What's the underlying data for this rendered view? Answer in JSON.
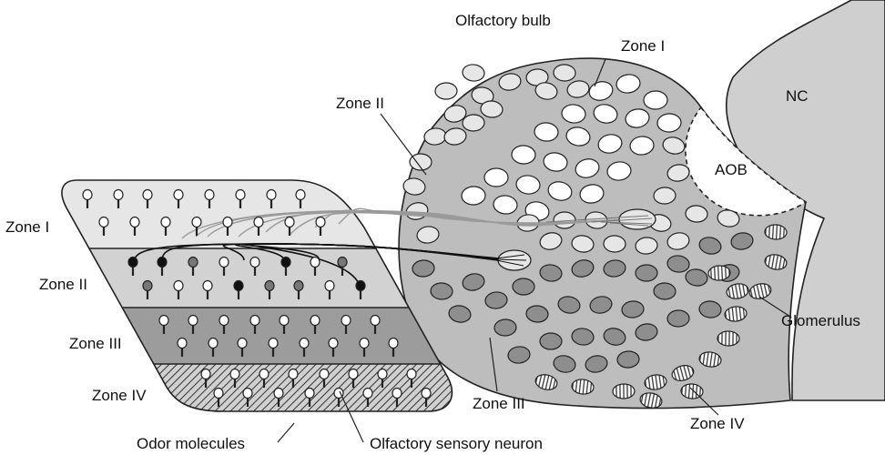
{
  "labels": {
    "olfactory_bulb": "Olfactory bulb",
    "bulb_zone_1": "Zone I",
    "bulb_zone_2": "Zone II",
    "bulb_zone_3": "Zone III",
    "bulb_zone_4": "Zone IV",
    "nc": "NC",
    "aob": "AOB",
    "glomerulus": "Glomerulus",
    "epi_zone_1": "Zone I",
    "epi_zone_2": "Zone II",
    "epi_zone_3": "Zone III",
    "epi_zone_4": "Zone IV",
    "odor_molecules": "Odor molecules",
    "olfactory_sensory_neuron": "Olfactory sensory neuron"
  },
  "colors": {
    "outline": "#222222",
    "nc_fill": "#cfcfcf",
    "bulb_fill": "#bdbdbd",
    "zone1_fill": "#e6e6e6",
    "zone2_fill": "#d2d2d2",
    "zone3_fill": "#9c9c9c",
    "zone4_fill": "#c8c8c8",
    "glom_zone1": "#ffffff",
    "glom_zone2": "#e6e6e6",
    "glom_zone3": "#8e8e8e",
    "axon_light": "#9a9a9a",
    "axon_dark": "#111111"
  }
}
